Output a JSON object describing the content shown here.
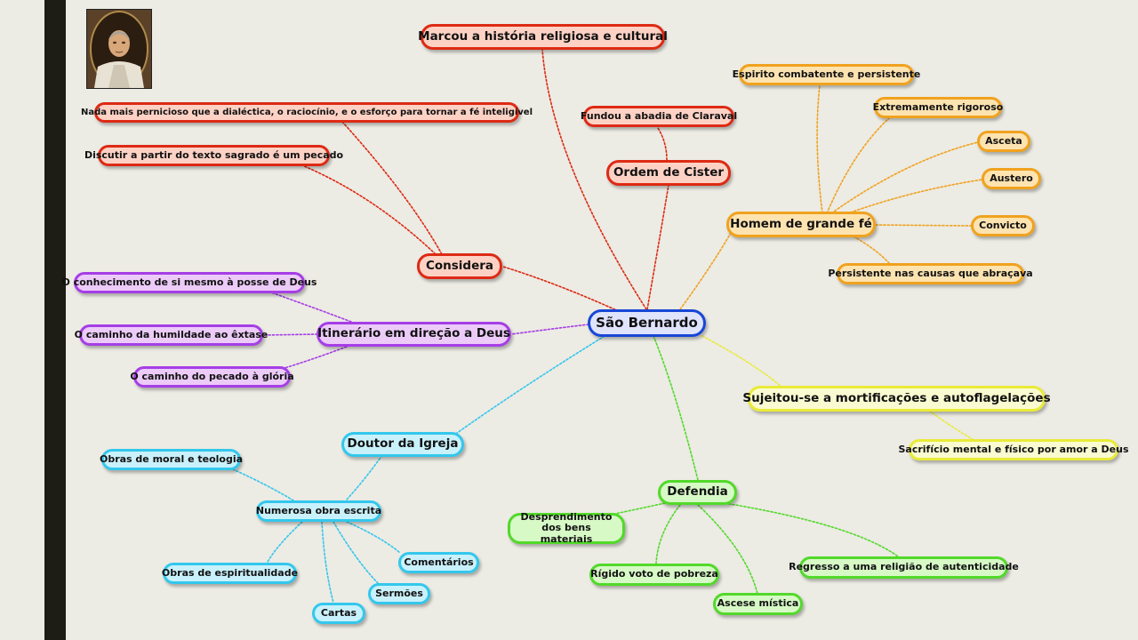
{
  "central": "São Bernardo",
  "colors": {
    "red": "#dd2a14",
    "orange": "#f0a21e",
    "purple": "#a63ee6",
    "cyan": "#33c7ec",
    "green": "#52d92a",
    "yellow": "#e9eb38",
    "blue": "#1747d6"
  },
  "portrait": {
    "icon": "monk-portrait-image"
  },
  "nodes": {
    "marcou": "Marcou a história religiosa e cultural",
    "nada_mais": "Nada mais pernicioso que a dialéctica, o raciocínio, e o esforço  para tornar a fé inteligível",
    "discutir": "Discutir a partir do texto sagrado é um pecado",
    "considera": "Considera",
    "fundou": "Fundou a abadia de Claraval",
    "ordem": "Ordem de Cister",
    "espirito": "Espirito combatente e persistente",
    "extremamente": "Extremamente rigoroso",
    "asceta": "Asceta",
    "austero": "Austero",
    "homem": "Homem de grande fé",
    "convicto": "Convicto",
    "persistente": "Persistente nas causas que abraçava",
    "conhecimento": "O conhecimento de si mesmo à posse de Deus",
    "itinerario": "Itinerário em direção a Deus",
    "humildade": "O caminho da humildade ao êxtase",
    "pecado": "O caminho do pecado à glória",
    "sujeitou": "Sujeitou-se a mortificações e autoflagelações",
    "sacrificio": "Sacrifício mental e físico por amor a Deus",
    "doutor": "Doutor da Igreja",
    "obras_moral": "Obras de moral e teologia",
    "numerosa": "Numerosa obra escrita",
    "obras_espiritualidade": "Obras de espiritualidade",
    "comentarios": "Comentários",
    "sermoes": "Sermões",
    "cartas": "Cartas",
    "defendia": "Defendia",
    "desprendimento": "Desprendimento dos bens materiais",
    "rigido": "Rígido voto de pobreza",
    "ascese": "Ascese mística",
    "regresso": "Regresso a uma religião de autenticidade"
  }
}
